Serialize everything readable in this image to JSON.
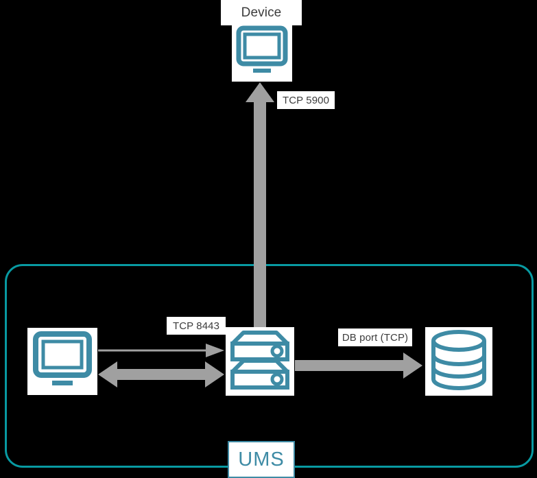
{
  "diagram": {
    "title_label": "Device",
    "container_label": "UMS",
    "connections": [
      {
        "label": "TCP 5900",
        "from": "ums-server",
        "to": "device",
        "direction": "up"
      },
      {
        "label": "TCP 8443",
        "from": "client-monitor",
        "to": "ums-server",
        "direction": "bidirectional"
      },
      {
        "label": "DB port (TCP)",
        "from": "ums-server",
        "to": "database",
        "direction": "right"
      }
    ],
    "nodes": [
      {
        "name": "device",
        "icon": "monitor-icon",
        "label": "Device"
      },
      {
        "name": "client-monitor",
        "icon": "monitor-icon",
        "label": ""
      },
      {
        "name": "ums-server",
        "icon": "server-icon",
        "label": ""
      },
      {
        "name": "database",
        "icon": "database-icon",
        "label": ""
      }
    ]
  },
  "colors": {
    "background": "#000000",
    "icon_teal": "#3e8ba5",
    "container_teal": "#089aa2",
    "arrow_gray": "#a0a0a0",
    "chip_background": "#ffffff",
    "chip_text": "#3c3c3c"
  }
}
